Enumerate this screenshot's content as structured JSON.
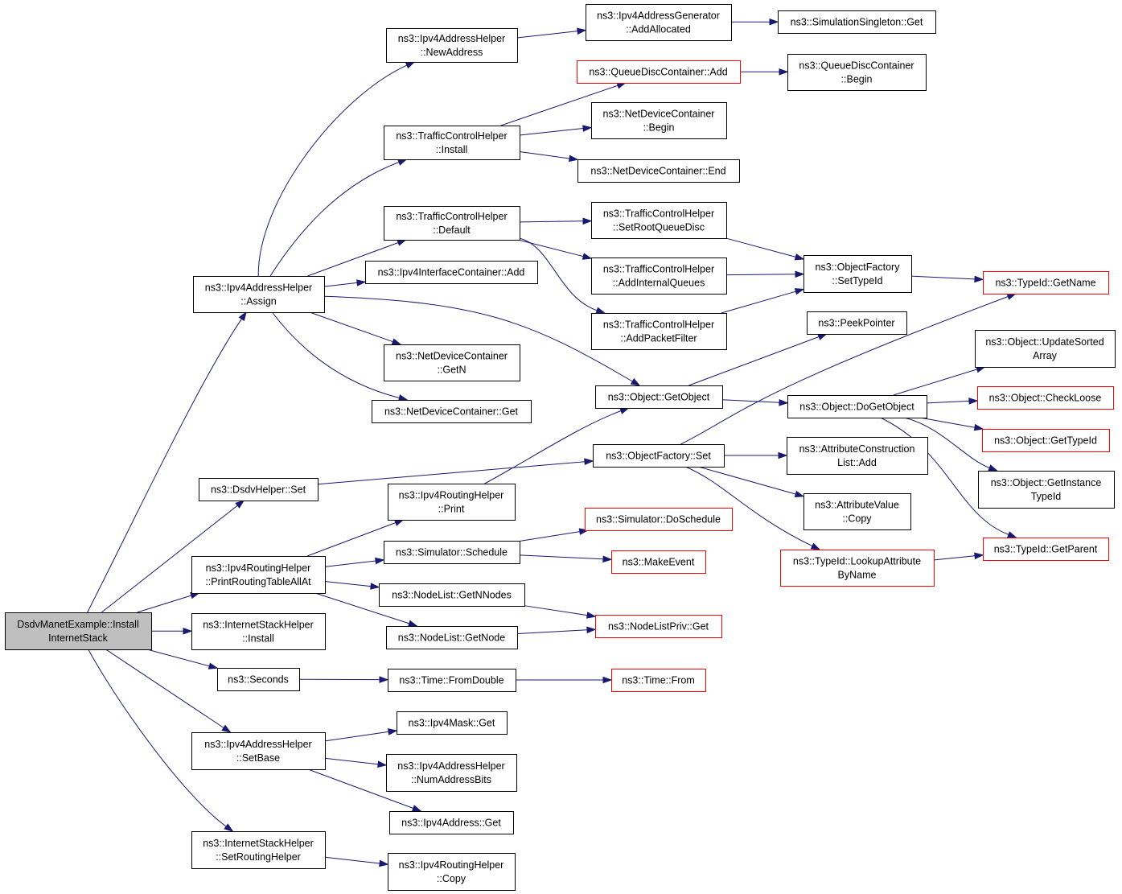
{
  "colors": {
    "edge": "#191970",
    "node_border": "#000000",
    "truncated_border": "#ff0000",
    "root_fill": "#bfbfbf"
  },
  "nodes": [
    {
      "id": "root",
      "lines": [
        "DsdvManetExample::Install",
        "InternetStack"
      ],
      "style": "root"
    },
    {
      "id": "ipv4addr-assign",
      "lines": [
        "ns3::Ipv4AddressHelper",
        "::Assign"
      ]
    },
    {
      "id": "dsdv-set",
      "lines": [
        "ns3::DsdvHelper::Set"
      ]
    },
    {
      "id": "print-routing-all",
      "lines": [
        "ns3::Ipv4RoutingHelper",
        "::PrintRoutingTableAllAt"
      ]
    },
    {
      "id": "internetstack-install",
      "lines": [
        "ns3::InternetStackHelper",
        "::Install"
      ]
    },
    {
      "id": "seconds",
      "lines": [
        "ns3::Seconds"
      ]
    },
    {
      "id": "ipv4addr-setbase",
      "lines": [
        "ns3::Ipv4AddressHelper",
        "::SetBase"
      ]
    },
    {
      "id": "set-routing-helper",
      "lines": [
        "ns3::InternetStackHelper",
        "::SetRoutingHelper"
      ]
    },
    {
      "id": "newaddress",
      "lines": [
        "ns3::Ipv4AddressHelper",
        "::NewAddress"
      ]
    },
    {
      "id": "tch-install",
      "lines": [
        "ns3::TrafficControlHelper",
        "::Install"
      ]
    },
    {
      "id": "tch-default",
      "lines": [
        "ns3::TrafficControlHelper",
        "::Default"
      ]
    },
    {
      "id": "ipv4ic-add",
      "lines": [
        "ns3::Ipv4InterfaceContainer::Add"
      ]
    },
    {
      "id": "ndc-getn",
      "lines": [
        "ns3::NetDeviceContainer",
        "::GetN"
      ]
    },
    {
      "id": "ndc-get",
      "lines": [
        "ns3::NetDeviceContainer::Get"
      ]
    },
    {
      "id": "routing-print",
      "lines": [
        "ns3::Ipv4RoutingHelper",
        "::Print"
      ]
    },
    {
      "id": "sim-schedule",
      "lines": [
        "ns3::Simulator::Schedule"
      ]
    },
    {
      "id": "nodelist-getnnodes",
      "lines": [
        "ns3::NodeList::GetNNodes"
      ]
    },
    {
      "id": "nodelist-getnode",
      "lines": [
        "ns3::NodeList::GetNode"
      ]
    },
    {
      "id": "time-fromdouble",
      "lines": [
        "ns3::Time::FromDouble"
      ]
    },
    {
      "id": "mask-get",
      "lines": [
        "ns3::Ipv4Mask::Get"
      ]
    },
    {
      "id": "numaddrbits",
      "lines": [
        "ns3::Ipv4AddressHelper",
        "::NumAddressBits"
      ]
    },
    {
      "id": "ipv4address-get",
      "lines": [
        "ns3::Ipv4Address::Get"
      ]
    },
    {
      "id": "routing-copy",
      "lines": [
        "ns3::Ipv4RoutingHelper",
        "::Copy"
      ]
    },
    {
      "id": "addrgen-addallocated",
      "lines": [
        "ns3::Ipv4AddressGenerator",
        "::AddAllocated"
      ]
    },
    {
      "id": "qdc-add",
      "lines": [
        "ns3::QueueDiscContainer::Add"
      ],
      "style": "trunc"
    },
    {
      "id": "ndc-begin",
      "lines": [
        "ns3::NetDeviceContainer",
        "::Begin"
      ]
    },
    {
      "id": "ndc-end",
      "lines": [
        "ns3::NetDeviceContainer::End"
      ]
    },
    {
      "id": "tch-setroot",
      "lines": [
        "ns3::TrafficControlHelper",
        "::SetRootQueueDisc"
      ]
    },
    {
      "id": "tch-addinternal",
      "lines": [
        "ns3::TrafficControlHelper",
        "::AddInternalQueues"
      ]
    },
    {
      "id": "tch-addpacket",
      "lines": [
        "ns3::TrafficControlHelper",
        "::AddPacketFilter"
      ]
    },
    {
      "id": "object-getobject",
      "lines": [
        "ns3::Object::GetObject"
      ]
    },
    {
      "id": "objfactory-set",
      "lines": [
        "ns3::ObjectFactory::Set"
      ]
    },
    {
      "id": "sim-doschedule",
      "lines": [
        "ns3::Simulator::DoSchedule"
      ],
      "style": "trunc"
    },
    {
      "id": "makeevent",
      "lines": [
        "ns3::MakeEvent"
      ],
      "style": "trunc"
    },
    {
      "id": "nodelistpriv-get",
      "lines": [
        "ns3::NodeListPriv::Get"
      ],
      "style": "trunc"
    },
    {
      "id": "time-from",
      "lines": [
        "ns3::Time::From"
      ],
      "style": "trunc"
    },
    {
      "id": "singleton-get",
      "lines": [
        "ns3::SimulationSingleton::Get"
      ]
    },
    {
      "id": "qdc-begin",
      "lines": [
        "ns3::QueueDiscContainer",
        "::Begin"
      ]
    },
    {
      "id": "objfactory-settypeid",
      "lines": [
        "ns3::ObjectFactory",
        "::SetTypeId"
      ]
    },
    {
      "id": "peekpointer",
      "lines": [
        "ns3::PeekPointer"
      ]
    },
    {
      "id": "object-dogetobject",
      "lines": [
        "ns3::Object::DoGetObject"
      ]
    },
    {
      "id": "attrconstr-add",
      "lines": [
        "ns3::AttributeConstruction",
        "List::Add"
      ]
    },
    {
      "id": "attrvalue-copy",
      "lines": [
        "ns3::AttributeValue",
        "::Copy"
      ]
    },
    {
      "id": "typeid-lookupattr",
      "lines": [
        "ns3::TypeId::LookupAttribute",
        "ByName"
      ],
      "style": "trunc"
    },
    {
      "id": "typeid-getname",
      "lines": [
        "ns3::TypeId::GetName"
      ],
      "style": "trunc"
    },
    {
      "id": "object-updatesorted",
      "lines": [
        "ns3::Object::UpdateSorted",
        "Array"
      ]
    },
    {
      "id": "object-checkloose",
      "lines": [
        "ns3::Object::CheckLoose"
      ],
      "style": "trunc"
    },
    {
      "id": "object-gettypeid",
      "lines": [
        "ns3::Object::GetTypeId"
      ],
      "style": "trunc"
    },
    {
      "id": "object-getinstancetypeid",
      "lines": [
        "ns3::Object::GetInstance",
        "TypeId"
      ]
    },
    {
      "id": "typeid-getparent",
      "lines": [
        "ns3::TypeId::GetParent"
      ],
      "style": "trunc"
    }
  ],
  "edges": [
    [
      "root",
      "ipv4addr-assign"
    ],
    [
      "root",
      "dsdv-set"
    ],
    [
      "root",
      "print-routing-all"
    ],
    [
      "root",
      "internetstack-install"
    ],
    [
      "root",
      "seconds"
    ],
    [
      "root",
      "ipv4addr-setbase"
    ],
    [
      "root",
      "set-routing-helper"
    ],
    [
      "ipv4addr-assign",
      "newaddress"
    ],
    [
      "ipv4addr-assign",
      "tch-install"
    ],
    [
      "ipv4addr-assign",
      "tch-default"
    ],
    [
      "ipv4addr-assign",
      "ipv4ic-add"
    ],
    [
      "ipv4addr-assign",
      "ndc-getn"
    ],
    [
      "ipv4addr-assign",
      "ndc-get"
    ],
    [
      "ipv4addr-assign",
      "object-getobject"
    ],
    [
      "dsdv-set",
      "objfactory-set"
    ],
    [
      "print-routing-all",
      "routing-print"
    ],
    [
      "print-routing-all",
      "sim-schedule"
    ],
    [
      "print-routing-all",
      "nodelist-getnnodes"
    ],
    [
      "print-routing-all",
      "nodelist-getnode"
    ],
    [
      "seconds",
      "time-fromdouble"
    ],
    [
      "ipv4addr-setbase",
      "mask-get"
    ],
    [
      "ipv4addr-setbase",
      "numaddrbits"
    ],
    [
      "ipv4addr-setbase",
      "ipv4address-get"
    ],
    [
      "set-routing-helper",
      "routing-copy"
    ],
    [
      "newaddress",
      "addrgen-addallocated"
    ],
    [
      "tch-install",
      "qdc-add"
    ],
    [
      "tch-install",
      "ndc-begin"
    ],
    [
      "tch-install",
      "ndc-end"
    ],
    [
      "tch-default",
      "tch-setroot"
    ],
    [
      "tch-default",
      "tch-addinternal"
    ],
    [
      "tch-default",
      "tch-addpacket"
    ],
    [
      "routing-print",
      "object-getobject"
    ],
    [
      "sim-schedule",
      "sim-doschedule"
    ],
    [
      "sim-schedule",
      "makeevent"
    ],
    [
      "nodelist-getnnodes",
      "nodelistpriv-get"
    ],
    [
      "nodelist-getnode",
      "nodelistpriv-get"
    ],
    [
      "time-fromdouble",
      "time-from"
    ],
    [
      "addrgen-addallocated",
      "singleton-get"
    ],
    [
      "qdc-add",
      "qdc-begin"
    ],
    [
      "tch-setroot",
      "objfactory-settypeid"
    ],
    [
      "tch-addinternal",
      "objfactory-settypeid"
    ],
    [
      "tch-addpacket",
      "objfactory-settypeid"
    ],
    [
      "object-getobject",
      "peekpointer"
    ],
    [
      "object-getobject",
      "object-dogetobject"
    ],
    [
      "objfactory-set",
      "attrconstr-add"
    ],
    [
      "objfactory-set",
      "attrvalue-copy"
    ],
    [
      "objfactory-set",
      "typeid-lookupattr"
    ],
    [
      "objfactory-set",
      "typeid-getname"
    ],
    [
      "objfactory-settypeid",
      "typeid-getname"
    ],
    [
      "object-dogetobject",
      "object-updatesorted"
    ],
    [
      "object-dogetobject",
      "object-checkloose"
    ],
    [
      "object-dogetobject",
      "object-gettypeid"
    ],
    [
      "object-dogetobject",
      "object-getinstancetypeid"
    ],
    [
      "object-dogetobject",
      "typeid-getparent"
    ],
    [
      "typeid-lookupattr",
      "typeid-getparent"
    ]
  ]
}
